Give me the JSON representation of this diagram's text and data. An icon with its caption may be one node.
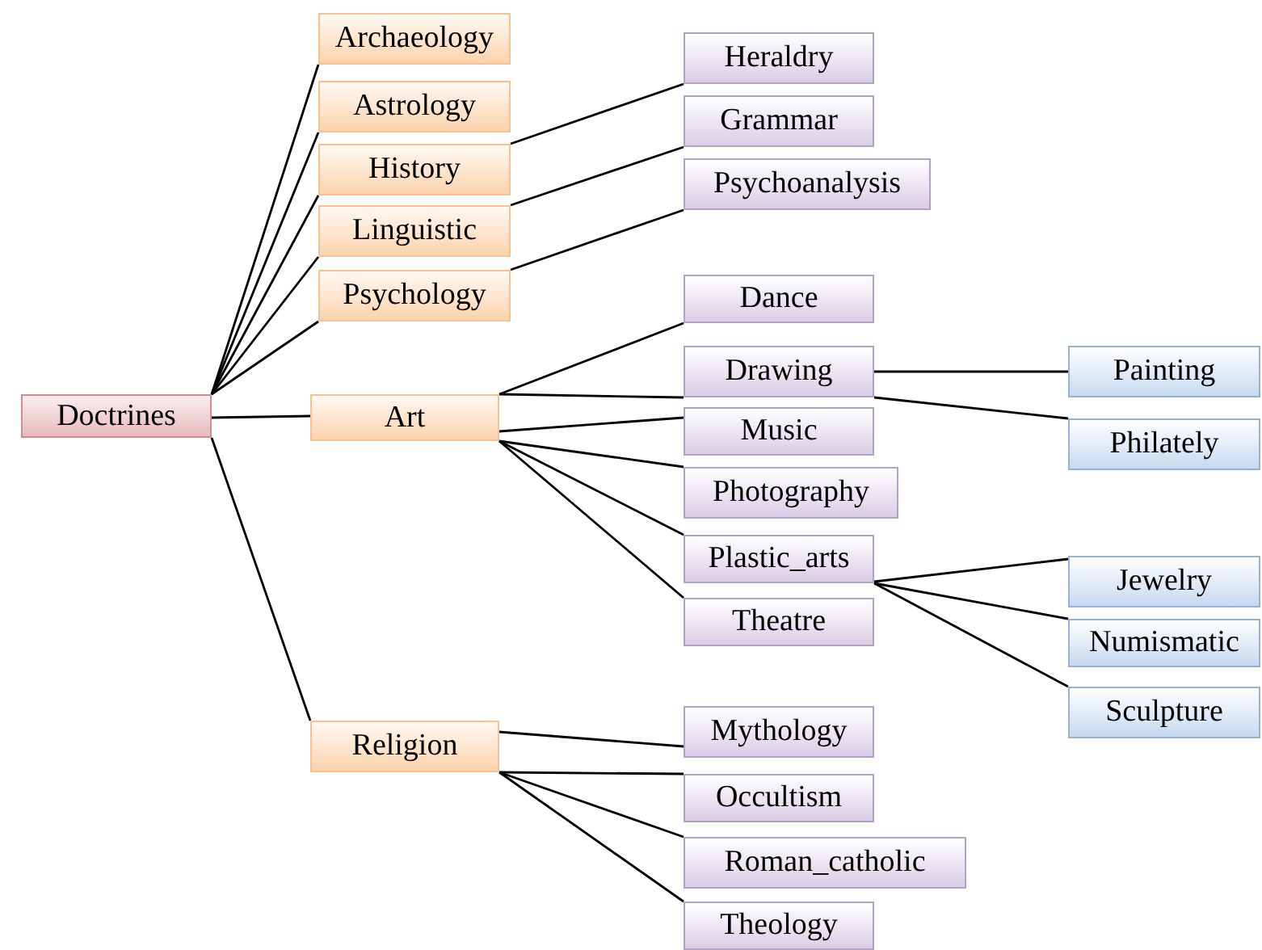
{
  "diagram": {
    "nodes": [
      {
        "text": [
          "Doctrines"
        ]
      },
      {
        "text": [
          "Archaeology"
        ]
      },
      {
        "text": [
          "Astrology"
        ]
      },
      {
        "text": [
          "History"
        ]
      },
      {
        "text": [
          "Linguistic"
        ]
      },
      {
        "text": [
          "Psychology"
        ]
      },
      {
        "text": [
          "Art"
        ]
      },
      {
        "text": [
          "Religion"
        ]
      },
      {
        "text": [
          "Heraldry"
        ]
      },
      {
        "text": [
          "Grammar"
        ]
      },
      {
        "text": [
          "Psychoanalysis"
        ]
      },
      {
        "text": [
          "Dance"
        ]
      },
      {
        "text": [
          "Drawing"
        ]
      },
      {
        "text": [
          "Music"
        ]
      },
      {
        "text": [
          "Photography"
        ]
      },
      {
        "text": [
          "Plastic_arts"
        ]
      },
      {
        "text": [
          "Theatre"
        ]
      },
      {
        "text": [
          "Mythology"
        ]
      },
      {
        "text": [
          "Occultism"
        ]
      },
      {
        "text": [
          "Roman_catholic"
        ]
      },
      {
        "text": [
          "Theology"
        ]
      },
      {
        "text": [
          "Painting"
        ]
      },
      {
        "text": [
          "Philately"
        ]
      },
      {
        "text": [
          "Jewelry"
        ]
      },
      {
        "text": [
          "Numismatic"
        ]
      },
      {
        "text": [
          "Sculpture"
        ]
      }
    ],
    "edges": [
      {
        "from": 0,
        "to": 1,
        "arrow": "none"
      },
      {
        "from": 0,
        "to": 2,
        "arrow": "none"
      },
      {
        "from": 0,
        "to": 3,
        "arrow": "none"
      },
      {
        "from": 0,
        "to": 4,
        "arrow": "none"
      },
      {
        "from": 0,
        "to": 5,
        "arrow": "none"
      },
      {
        "from": 0,
        "to": 6,
        "arrow": "none"
      },
      {
        "from": 0,
        "to": 7,
        "arrow": "none"
      },
      {
        "from": 3,
        "to": 8,
        "arrow": "none"
      },
      {
        "from": 4,
        "to": 9,
        "arrow": "none"
      },
      {
        "from": 5,
        "to": 10,
        "arrow": "none"
      },
      {
        "from": 6,
        "to": 11,
        "arrow": "none"
      },
      {
        "from": 6,
        "to": 12,
        "arrow": "none"
      },
      {
        "from": 6,
        "to": 13,
        "arrow": "none"
      },
      {
        "from": 6,
        "to": 14,
        "arrow": "none"
      },
      {
        "from": 6,
        "to": 15,
        "arrow": "none"
      },
      {
        "from": 6,
        "to": 16,
        "arrow": "none"
      },
      {
        "from": 7,
        "to": 17,
        "arrow": "none"
      },
      {
        "from": 7,
        "to": 18,
        "arrow": "none"
      },
      {
        "from": 7,
        "to": 19,
        "arrow": "none"
      },
      {
        "from": 7,
        "to": 20,
        "arrow": "none"
      },
      {
        "from": 12,
        "to": 21,
        "arrow": "none"
      },
      {
        "from": 12,
        "to": 22,
        "arrow": "none"
      },
      {
        "from": 15,
        "to": 23,
        "arrow": "none"
      },
      {
        "from": 15,
        "to": 24,
        "arrow": "none"
      },
      {
        "from": 15,
        "to": 25,
        "arrow": "none"
      }
    ]
  }
}
